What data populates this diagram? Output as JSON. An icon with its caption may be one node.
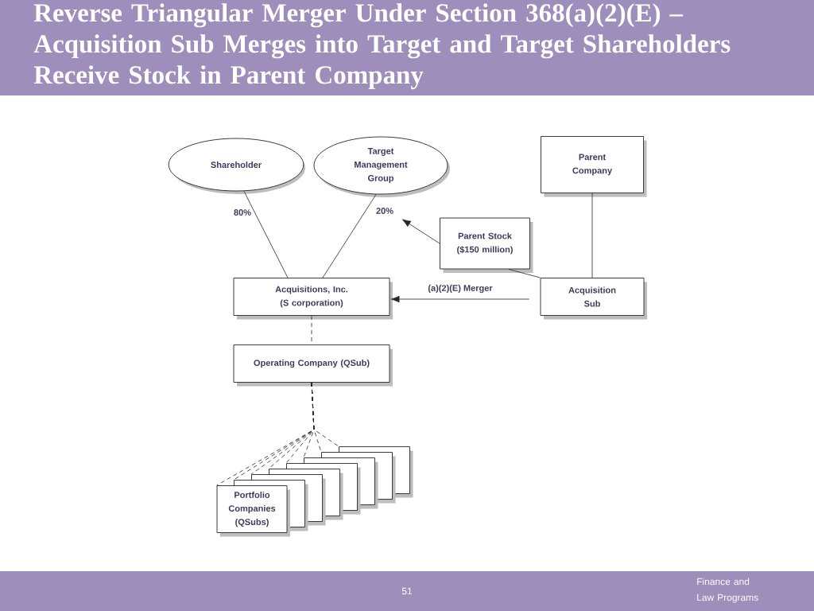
{
  "diagram": {
    "title": "Reverse Triangular Merger Under Section 368(a)(2)(E) –Acquisition Sub Merges into Target and Target Shareholders Receive Stock in Parent Company",
    "nodes": [
      {
        "text": [
          "Shareholder"
        ]
      },
      {
        "text": [
          "Target Management Group"
        ]
      },
      {
        "text": [
          "Parent Company"
        ]
      },
      {
        "text": [
          "Parent Stock ($150 million)"
        ]
      },
      {
        "text": [
          "Acquisitions, Inc. (S corporation)"
        ]
      },
      {
        "text": [
          "Acquisition Sub"
        ]
      },
      {
        "text": [
          "Operating Company (QSub)"
        ]
      },
      {
        "text": [
          "Portfolio Companies (QSubs)"
        ]
      },
      {
        "text": [],
        "shape": "box"
      },
      {
        "text": [],
        "shape": "box"
      },
      {
        "text": [],
        "shape": "box"
      },
      {
        "text": [],
        "shape": "box"
      },
      {
        "text": [],
        "shape": "box"
      },
      {
        "text": [],
        "shape": "box"
      },
      {
        "text": [],
        "shape": "box"
      }
    ],
    "edges": [
      {
        "from": 0,
        "to": 4,
        "arrow": "none",
        "label": "80%"
      },
      {
        "from": 1,
        "to": 4,
        "arrow": "none",
        "label": "20%"
      },
      {
        "from": 2,
        "to": 5,
        "arrow": "none"
      },
      {
        "from": 5,
        "to": 3,
        "arrow": "none"
      },
      {
        "from": 3,
        "to": null,
        "arrow": "to"
      },
      {
        "from": 5,
        "to": 4,
        "arrow": "to",
        "label": "(a)(2)(E) Merger"
      },
      {
        "from": 4,
        "to": 6,
        "arrow": "none",
        "style": "dashed"
      },
      {
        "from": 6,
        "to": 7,
        "arrow": "none",
        "style": "dashed"
      },
      {
        "from": 6,
        "to": 8,
        "arrow": "none",
        "style": "dashed"
      },
      {
        "from": 6,
        "to": 9,
        "arrow": "none",
        "style": "dashed"
      },
      {
        "from": 6,
        "to": 10,
        "arrow": "none",
        "style": "dashed"
      },
      {
        "from": 6,
        "to": 11,
        "arrow": "none",
        "style": "dashed"
      },
      {
        "from": 6,
        "to": 12,
        "arrow": "none",
        "style": "dashed"
      },
      {
        "from": 6,
        "to": 13,
        "arrow": "none",
        "style": "dashed"
      },
      {
        "from": 6,
        "to": 14,
        "arrow": "none",
        "style": "dashed"
      }
    ],
    "labels": [
      "51",
      "Finance and Law Programs"
    ]
  }
}
